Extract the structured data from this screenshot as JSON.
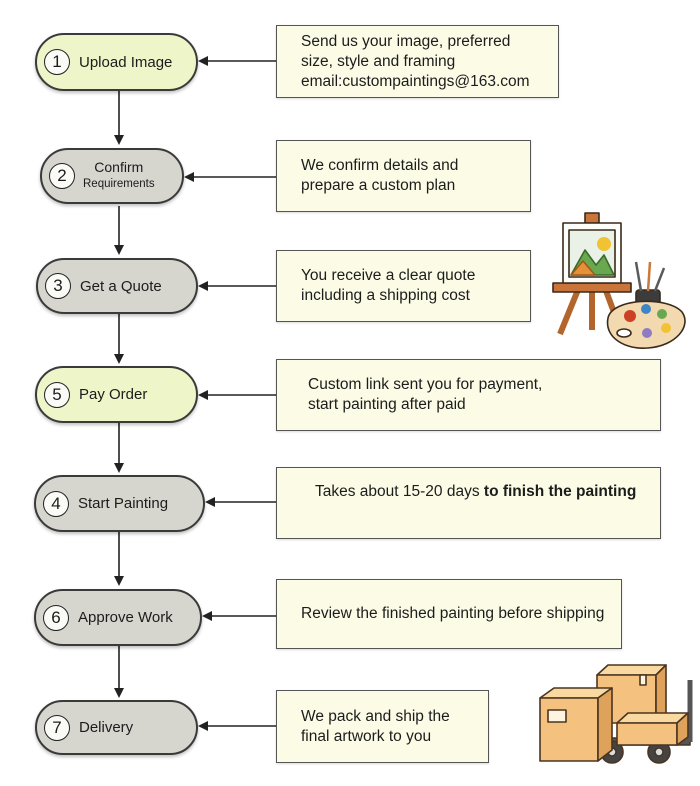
{
  "steps": [
    {
      "number": "1",
      "label": "Upload Image",
      "style": "green"
    },
    {
      "number": "2",
      "label": "Confirm",
      "sublabel": "Requirements",
      "style": "grey"
    },
    {
      "number": "3",
      "label": "Get a Quote",
      "style": "grey"
    },
    {
      "number": "5",
      "label": "Pay Order",
      "style": "green"
    },
    {
      "number": "4",
      "label": "Start Painting",
      "style": "grey"
    },
    {
      "number": "6",
      "label": "Approve Work",
      "style": "grey"
    },
    {
      "number": "7",
      "label": "Delivery",
      "style": "grey"
    }
  ],
  "descriptions": [
    {
      "lines": [
        "Send us your image, preferred",
        "size, style and framing",
        "email:custompaintings@163.com"
      ]
    },
    {
      "lines": [
        "We confirm details and",
        "prepare a custom plan"
      ]
    },
    {
      "lines": [
        "You receive a clear quote",
        "including a shipping cost"
      ]
    },
    {
      "lines": [
        "Custom link sent you for payment,",
        "start painting after paid"
      ]
    },
    {
      "text": "Takes about 15-20 days",
      "bold": "to finish the painting"
    },
    {
      "lines": [
        "Review the finished painting before shipping"
      ]
    },
    {
      "lines": [
        "We pack and ship the",
        "final artwork to you"
      ]
    }
  ],
  "illustrations": {
    "easel": "easel-palette-icon",
    "boxes": "boxes-cart-icon"
  },
  "colors": {
    "pill_green": "#eef5c8",
    "pill_grey": "#d6d6cf",
    "box_fill": "#fbfbe6",
    "outline": "#3a3a3a"
  }
}
